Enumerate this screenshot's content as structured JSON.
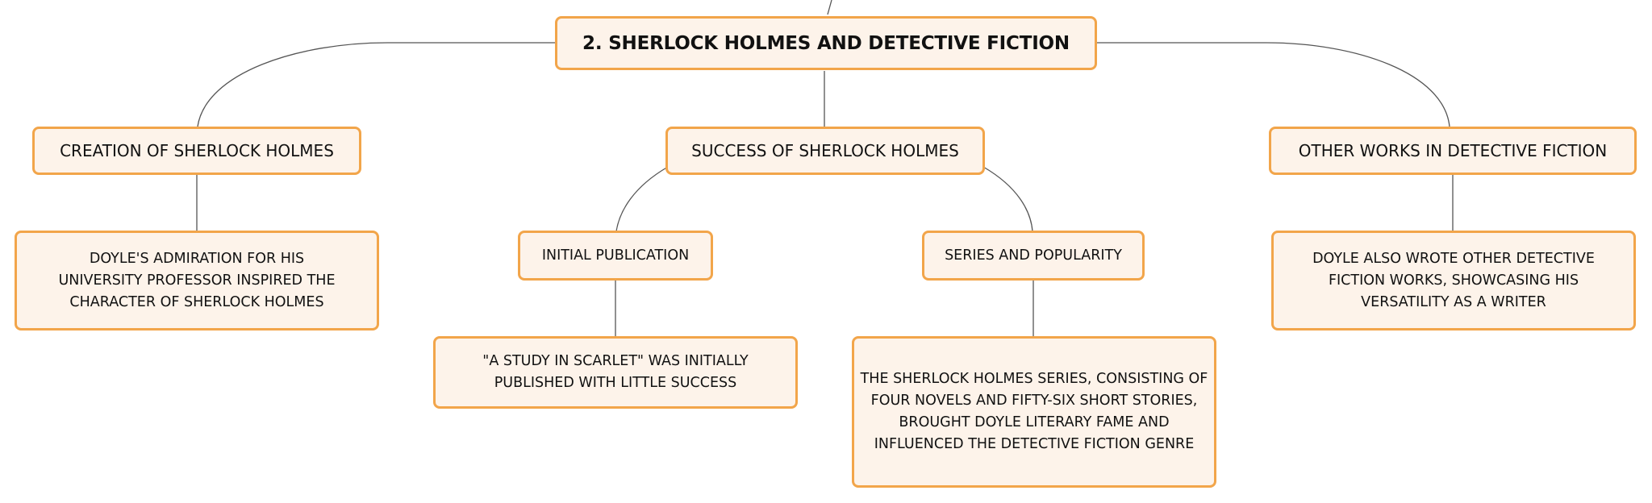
{
  "map": {
    "root": {
      "label": "2. SHERLOCK HOLMES AND DETECTIVE FICTION"
    },
    "branches": [
      {
        "label": "CREATION OF SHERLOCK HOLMES",
        "detail": "DOYLE'S ADMIRATION FOR HIS UNIVERSITY PROFESSOR INSPIRED THE CHARACTER OF SHERLOCK HOLMES"
      },
      {
        "label": "SUCCESS OF SHERLOCK HOLMES",
        "children": [
          {
            "label": "INITIAL PUBLICATION",
            "detail": "\"A STUDY IN SCARLET\" WAS INITIALLY PUBLISHED WITH LITTLE SUCCESS"
          },
          {
            "label": "SERIES AND POPULARITY",
            "detail": "THE SHERLOCK HOLMES SERIES, CONSISTING OF FOUR NOVELS AND FIFTY-SIX SHORT STORIES, BROUGHT DOYLE LITERARY FAME AND INFLUENCED THE DETECTIVE FICTION GENRE"
          }
        ]
      },
      {
        "label": "OTHER WORKS IN DETECTIVE FICTION",
        "detail": "DOYLE ALSO WROTE OTHER DETECTIVE FICTION WORKS, SHOWCASING HIS VERSATILITY AS A WRITER"
      }
    ]
  },
  "colors": {
    "node_fill": "#fdf3ea",
    "node_border": "#f2a54a",
    "connector": "#555555",
    "text": "#111111"
  }
}
